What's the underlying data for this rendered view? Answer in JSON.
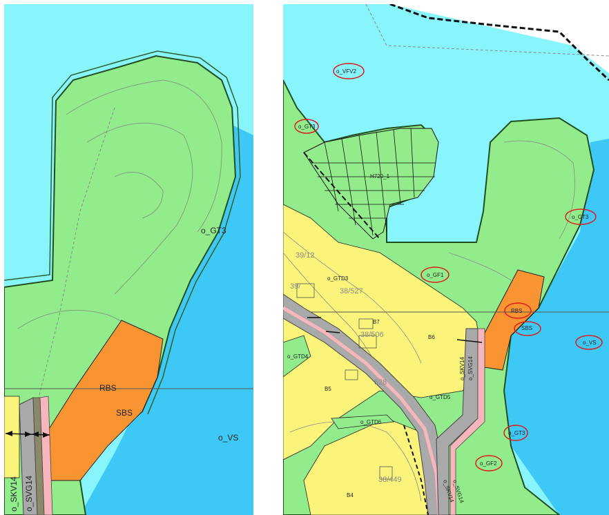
{
  "left_map": {
    "zone_labels": {
      "gt3": "o_GT3",
      "rbs": "RBS",
      "sbs": "SBS",
      "vs": "o_VS",
      "skv": "o_SKV14",
      "svg": "o_SVG14"
    }
  },
  "right_map": {
    "zone_labels": {
      "vfv2": "o_VFV2",
      "gt3_top": "o_GT3",
      "gt3_right": "o_GT3",
      "gt3_bottom": "o_GT3",
      "h720": "H720_1",
      "gf1": "o_GF1",
      "gf2": "o_GF2",
      "rbs": "RBS",
      "sbs": "SBS",
      "vs": "o_VS",
      "gtd3": "o_GTD3",
      "gtd4": "o_GTD4",
      "gtd5": "o_GTD5",
      "gtd6": "o_GTD6",
      "b4": "B4",
      "b5": "B5",
      "b6": "B6",
      "b7": "B7",
      "skv": "o_SKV14",
      "svg": "o_SVG14",
      "skv_lower": "o_SKV14",
      "svg_lower": "o_SVG14"
    },
    "parcel_labels": {
      "p39_12": "39/12",
      "p39": "39/",
      "p38_527": "38/527",
      "p38_506": "38/506",
      "p528": "528",
      "p38_449": "38/449"
    }
  },
  "colors": {
    "sea_light": "#88f4fb",
    "sea_dark": "#3ec8f5",
    "green_zone": "#93ec8b",
    "yellow_zone": "#faf57a",
    "orange_zone": "#f89532",
    "road_grey": "#a9a9a9",
    "road_pink": "#f6b6bb",
    "highlight_red": "#dd1c1c"
  }
}
